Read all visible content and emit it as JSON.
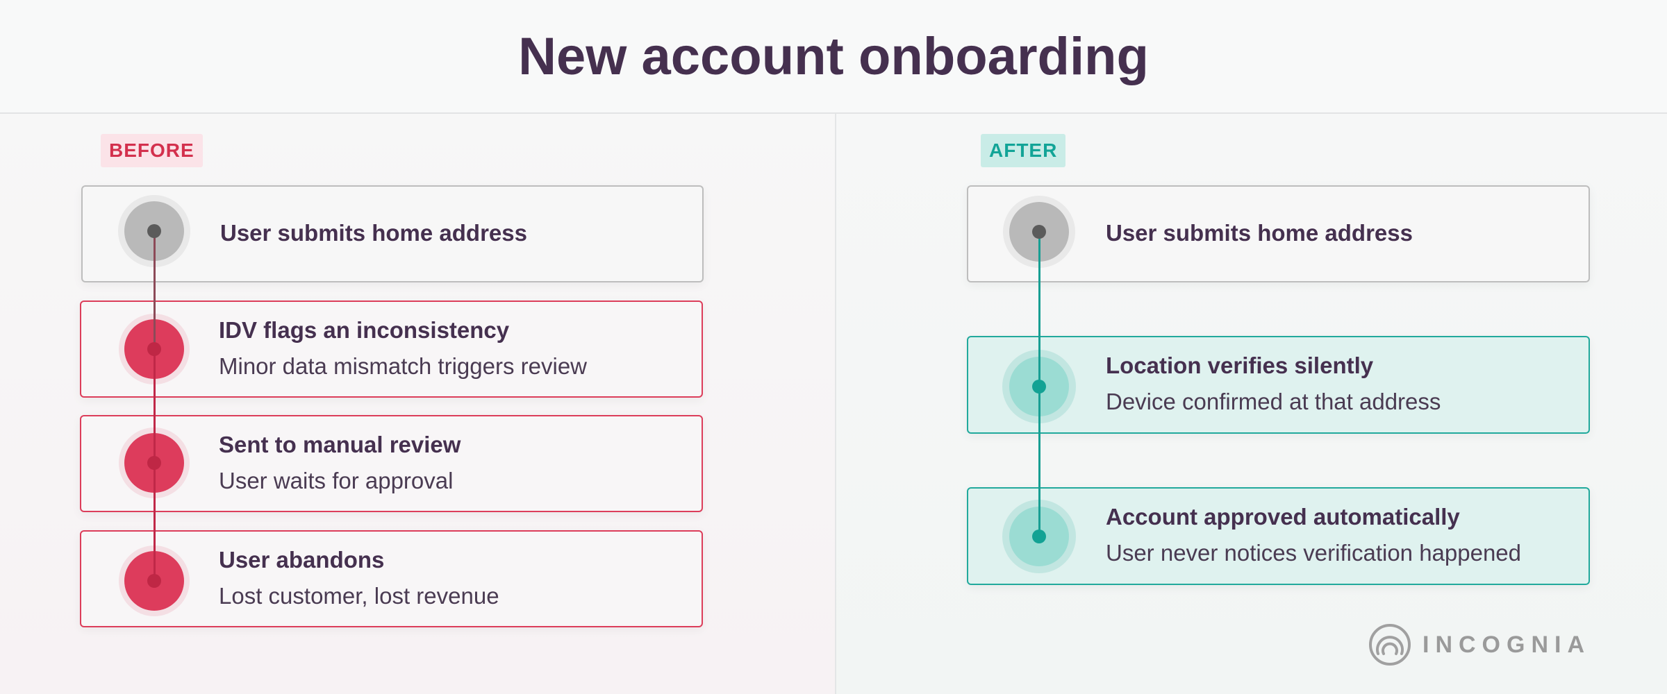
{
  "header": {
    "title": "New account onboarding"
  },
  "before": {
    "tag": "BEFORE",
    "steps": [
      {
        "title": "User submits home address",
        "subtitle": ""
      },
      {
        "title": "IDV flags an inconsistency",
        "subtitle": "Minor data mismatch triggers review"
      },
      {
        "title": "Sent to manual review",
        "subtitle": "User waits for approval"
      },
      {
        "title": "User abandons",
        "subtitle": "Lost customer, lost revenue"
      }
    ]
  },
  "after": {
    "tag": "AFTER",
    "steps": [
      {
        "title": "User submits home address",
        "subtitle": ""
      },
      {
        "title": "Location verifies silently",
        "subtitle": "Device confirmed at that address"
      },
      {
        "title": "Account approved automatically",
        "subtitle": "User never notices verification happened"
      }
    ]
  },
  "brand": {
    "logo_text": "INCOGNIA",
    "colors": {
      "title": "#45304f",
      "before_accent": "#dc3d5a",
      "after_accent": "#21a99c",
      "neutral": "#bdbdbd"
    }
  }
}
